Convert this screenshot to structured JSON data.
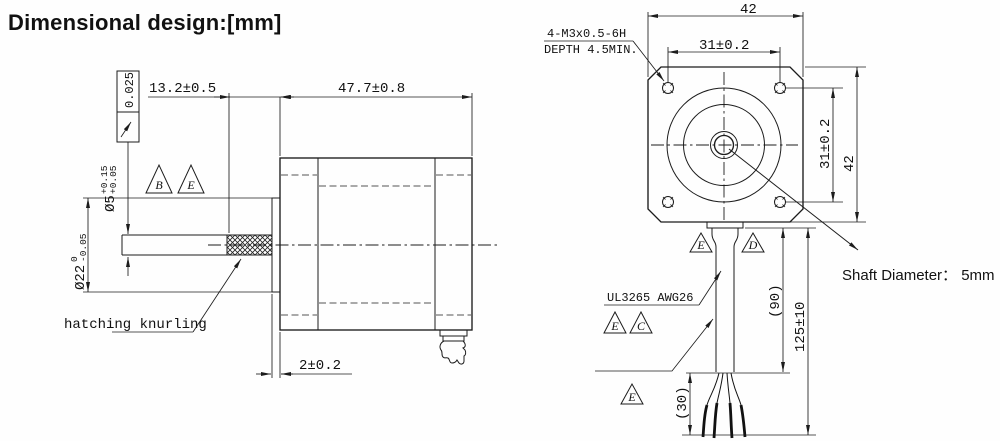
{
  "title": "Dimensional design:[mm]",
  "side_view": {
    "runout": {
      "value": "0.025"
    },
    "shaft_dia": {
      "dia": "Ø5",
      "tol_up": "+0.15",
      "tol_low": "+0.05"
    },
    "boss_dia": {
      "dia": "Ø22",
      "tol_up": "0",
      "tol_low": "-0.05"
    },
    "dims": {
      "shaft_len": "13.2±0.5",
      "body_len": "47.7±0.8",
      "boss_len": "2±0.2"
    },
    "knurl_note": "hatching knurling",
    "flags": {
      "b": "B",
      "e": "E"
    }
  },
  "front_view": {
    "dims": {
      "width": "42",
      "height": "42",
      "hole_h": "31±0.2",
      "hole_v": "31±0.2",
      "cable_free": "(90)",
      "cable_total": "125±10",
      "wire_fan": "(30)"
    },
    "thread_callout": {
      "line1": "4-M3x0.5-6H",
      "line2": "DEPTH 4.5MIN."
    },
    "cable_spec": "UL3265 AWG26",
    "shaft_note": "Shaft Diameter： 5mm",
    "flags": {
      "e1": "E",
      "d": "D",
      "e2": "E",
      "c": "C",
      "e3": "E"
    }
  },
  "colors": {
    "ink": "#1c1c1c",
    "paper": "#fefefe"
  }
}
